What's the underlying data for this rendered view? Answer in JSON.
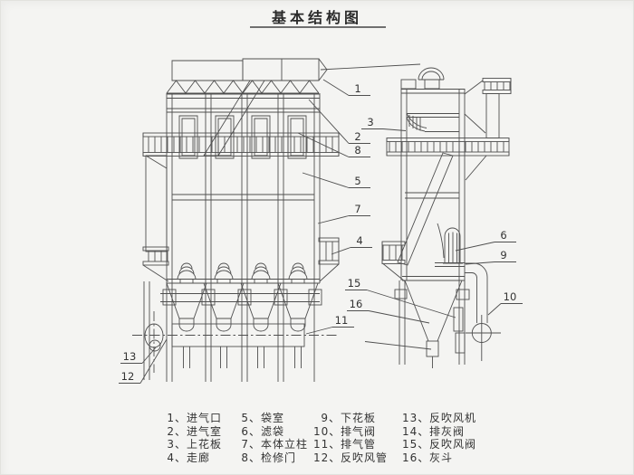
{
  "title": "基本结构图",
  "colors": {
    "line": "#4f4f4f",
    "background": "#f4f4f2",
    "text": "#333333"
  },
  "callouts": {
    "c1": "1",
    "c2": "2",
    "c3": "3",
    "c4": "4",
    "c5": "5",
    "c6": "6",
    "c7": "7",
    "c8": "8",
    "c9": "9",
    "c10": "10",
    "c11": "11",
    "c12": "12",
    "c13": "13",
    "c15": "15",
    "c16": "16"
  },
  "legend": {
    "items": [
      {
        "n": "1、",
        "t": "进气口"
      },
      {
        "n": "2、",
        "t": "进气室"
      },
      {
        "n": "3、",
        "t": "上花板"
      },
      {
        "n": "4、",
        "t": "走廊"
      },
      {
        "n": "5、",
        "t": "袋室"
      },
      {
        "n": "6、",
        "t": "滤袋"
      },
      {
        "n": "7、",
        "t": "本体立柱"
      },
      {
        "n": "8、",
        "t": "检修门"
      },
      {
        "n": "9、",
        "t": "下花板"
      },
      {
        "n": "10、",
        "t": "排气阀"
      },
      {
        "n": "11、",
        "t": "排气管"
      },
      {
        "n": "12、",
        "t": "反吹风管"
      },
      {
        "n": "13、",
        "t": "反吹风机"
      },
      {
        "n": "14、",
        "t": "排灰阀"
      },
      {
        "n": "15、",
        "t": "反吹风阀"
      },
      {
        "n": "16、",
        "t": "灰斗"
      }
    ]
  }
}
